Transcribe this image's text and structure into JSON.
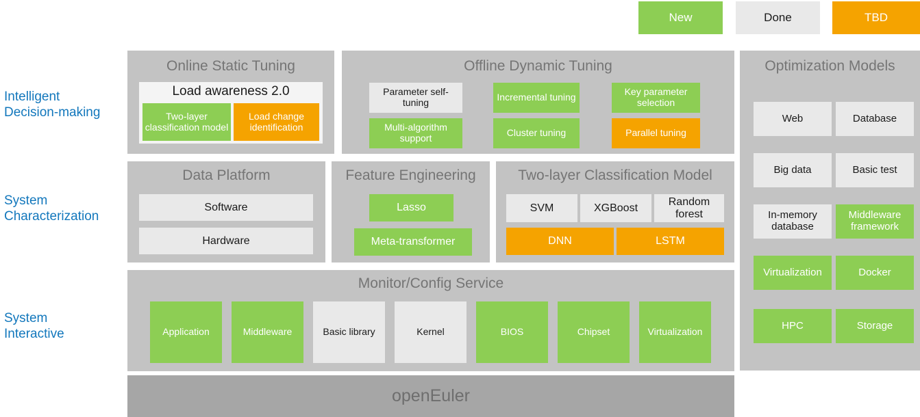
{
  "legend": {
    "items": [
      {
        "label": "New",
        "state": "new",
        "color": "#8dce54"
      },
      {
        "label": "Done",
        "state": "done",
        "color": "#e9e9e9"
      },
      {
        "label": "TBD",
        "state": "tbd",
        "color": "#f5a300"
      }
    ]
  },
  "sidebar": {
    "items": [
      {
        "label": "Intelligent\nDecision-making"
      },
      {
        "label": "System\nCharacterization"
      },
      {
        "label": "System\nInteractive"
      }
    ],
    "color": "#1277bc"
  },
  "panels": {
    "online_static_tuning": {
      "title": "Online Static Tuning",
      "group": {
        "title": "Load awareness 2.0",
        "state": "white",
        "items": [
          {
            "label": "Two-layer classification model",
            "state": "new"
          },
          {
            "label": "Load change identification",
            "state": "tbd"
          }
        ]
      }
    },
    "offline_dynamic_tuning": {
      "title": "Offline Dynamic Tuning",
      "items": [
        {
          "label": "Parameter self-tuning",
          "state": "done"
        },
        {
          "label": "Incremental tuning",
          "state": "new"
        },
        {
          "label": "Key parameter selection",
          "state": "new"
        },
        {
          "label": "Multi-algorithm support",
          "state": "new"
        },
        {
          "label": "Cluster tuning",
          "state": "new"
        },
        {
          "label": "Parallel tuning",
          "state": "tbd"
        }
      ]
    },
    "optimization_models": {
      "title": "Optimization Models",
      "items": [
        {
          "label": "Web",
          "state": "done"
        },
        {
          "label": "Database",
          "state": "done"
        },
        {
          "label": "Big data",
          "state": "done"
        },
        {
          "label": "Basic test",
          "state": "done"
        },
        {
          "label": "In-memory database",
          "state": "done"
        },
        {
          "label": "Middleware framework",
          "state": "new"
        },
        {
          "label": "Virtualization",
          "state": "new"
        },
        {
          "label": "Docker",
          "state": "new"
        },
        {
          "label": "HPC",
          "state": "new"
        },
        {
          "label": "Storage",
          "state": "new"
        }
      ]
    },
    "data_platform": {
      "title": "Data Platform",
      "items": [
        {
          "label": "Software",
          "state": "done"
        },
        {
          "label": "Hardware",
          "state": "done"
        }
      ]
    },
    "feature_engineering": {
      "title": "Feature Engineering",
      "items": [
        {
          "label": "Lasso",
          "state": "new"
        },
        {
          "label": "Meta-transformer",
          "state": "new"
        }
      ]
    },
    "two_layer_classification_model": {
      "title": "Two-layer Classification Model",
      "items": [
        {
          "label": "SVM",
          "state": "done"
        },
        {
          "label": "XGBoost",
          "state": "done"
        },
        {
          "label": "Random forest",
          "state": "done"
        },
        {
          "label": "DNN",
          "state": "tbd"
        },
        {
          "label": "LSTM",
          "state": "tbd"
        }
      ]
    },
    "monitor_config_service": {
      "title": "Monitor/Config Service",
      "items": [
        {
          "label": "Application",
          "state": "new"
        },
        {
          "label": "Middleware",
          "state": "new"
        },
        {
          "label": "Basic library",
          "state": "done"
        },
        {
          "label": "Kernel",
          "state": "done"
        },
        {
          "label": "BIOS",
          "state": "new"
        },
        {
          "label": "Chipset",
          "state": "new"
        },
        {
          "label": "Virtualization",
          "state": "new"
        }
      ]
    }
  },
  "footer": {
    "label": "openEuler"
  }
}
